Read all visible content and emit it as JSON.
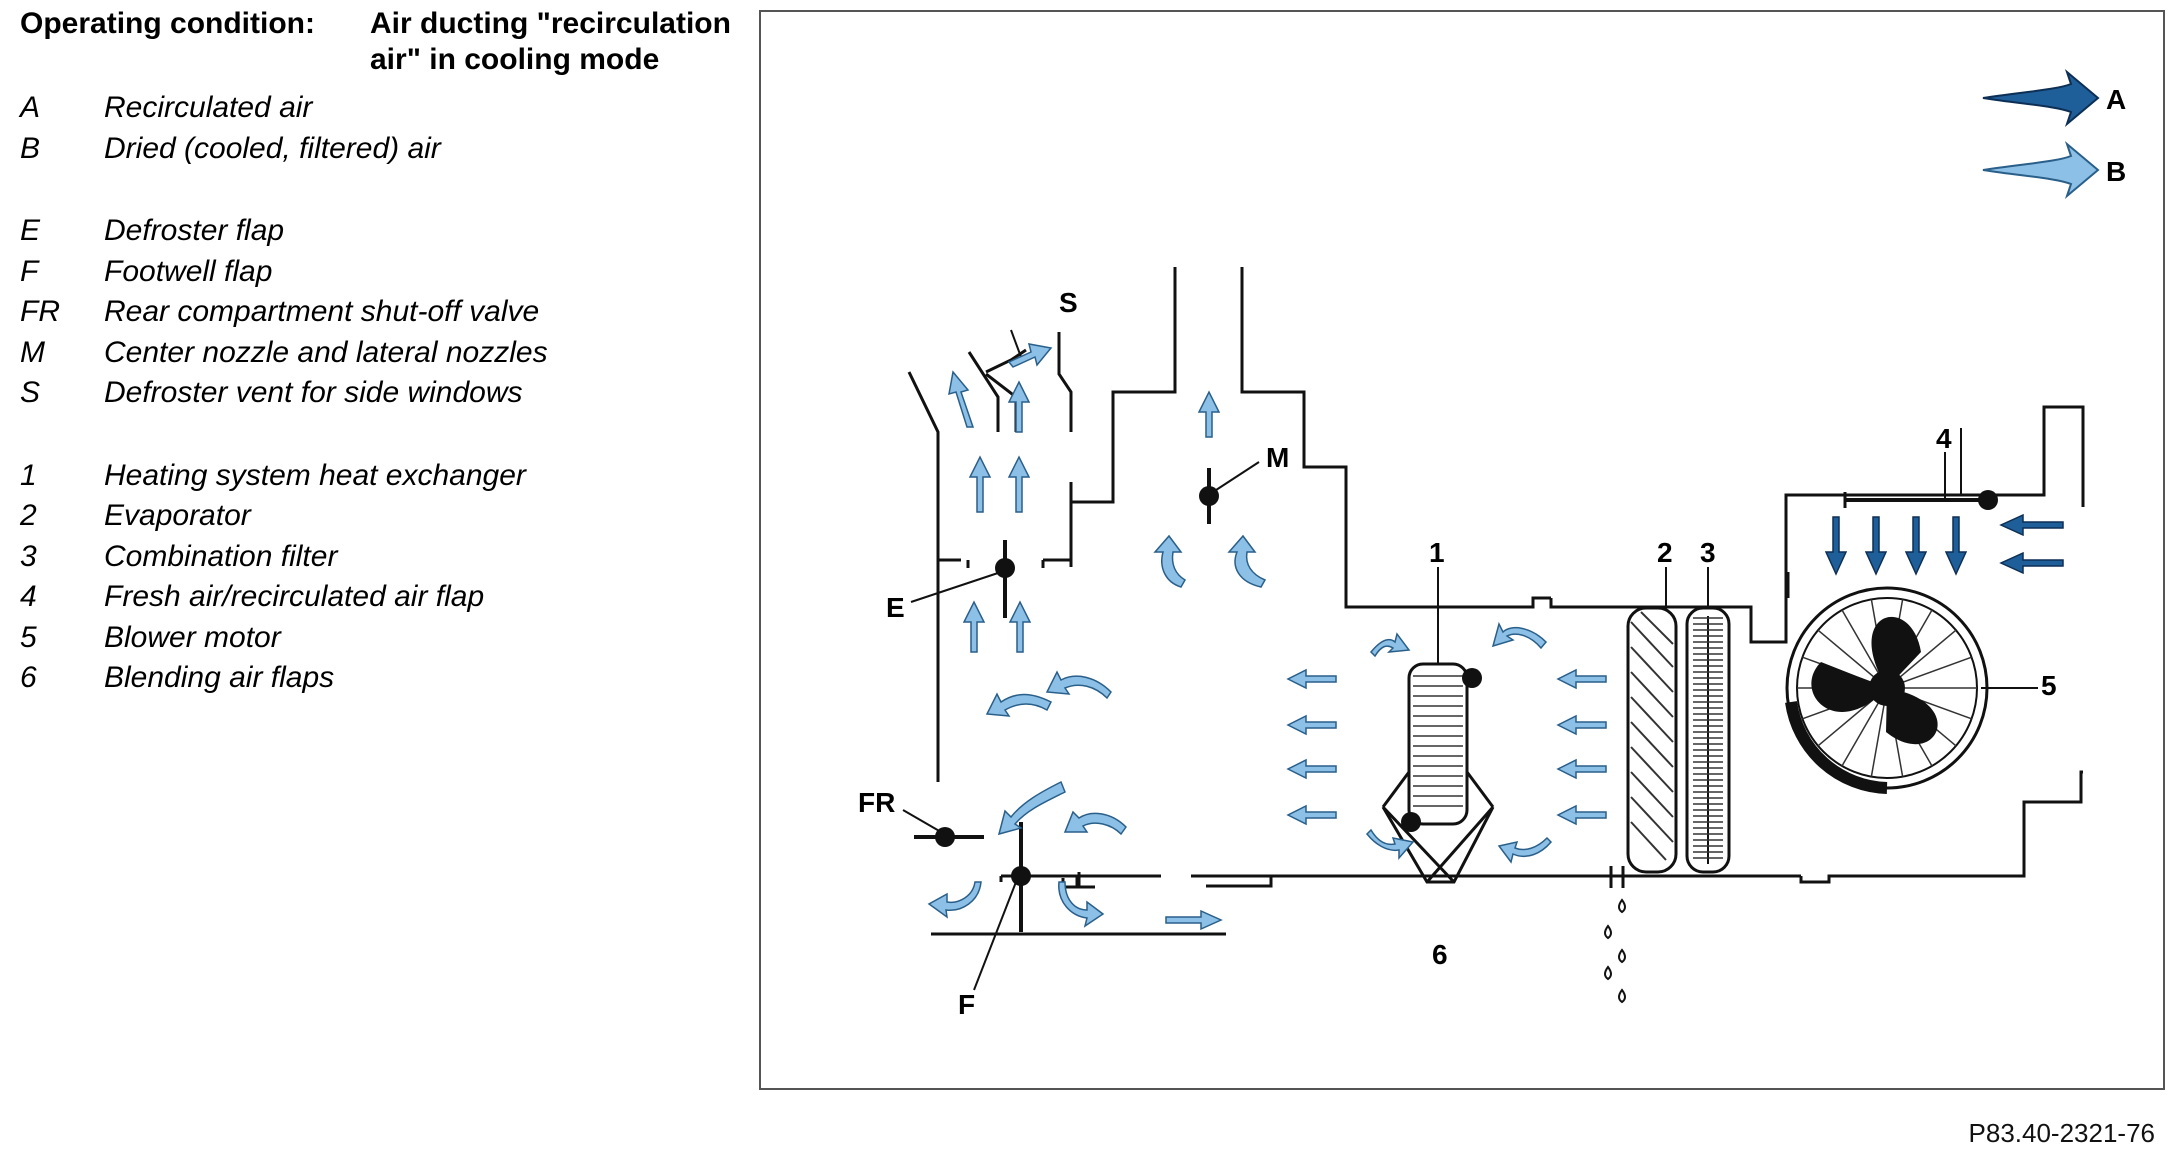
{
  "condition": {
    "label": "Operating condition:",
    "value": "Air ducting \"recirculation air\" in cooling mode"
  },
  "legend_groups": [
    [
      {
        "key": "A",
        "text": "Recirculated air"
      },
      {
        "key": "B",
        "text": "Dried (cooled, filtered) air"
      }
    ],
    [
      {
        "key": "E",
        "text": "Defroster flap"
      },
      {
        "key": "F",
        "text": "Footwell flap"
      },
      {
        "key": "FR",
        "text": "Rear compartment shut-off valve"
      },
      {
        "key": "M",
        "text": "Center nozzle and lateral nozzles"
      },
      {
        "key": "S",
        "text": "Defroster vent for side windows"
      }
    ],
    [
      {
        "key": "1",
        "text": "Heating system heat exchanger"
      },
      {
        "key": "2",
        "text": "Evaporator"
      },
      {
        "key": "3",
        "text": "Combination filter"
      },
      {
        "key": "4",
        "text": "Fresh air/recirculated air flap"
      },
      {
        "key": "5",
        "text": "Blower motor"
      },
      {
        "key": "6",
        "text": "Blending air flaps"
      }
    ]
  ],
  "figure_labels": {
    "A": "A",
    "B": "B",
    "S": "S",
    "M": "M",
    "E": "E",
    "FR": "FR",
    "F": "F",
    "n1": "1",
    "n2": "2",
    "n3": "3",
    "n4": "4",
    "n5": "5",
    "n6": "6"
  },
  "colors": {
    "recirculated_air": "#1f5f99",
    "dried_air": "#8cc0e6",
    "stroke": "#111111"
  },
  "reference": "P83.40-2321-76"
}
